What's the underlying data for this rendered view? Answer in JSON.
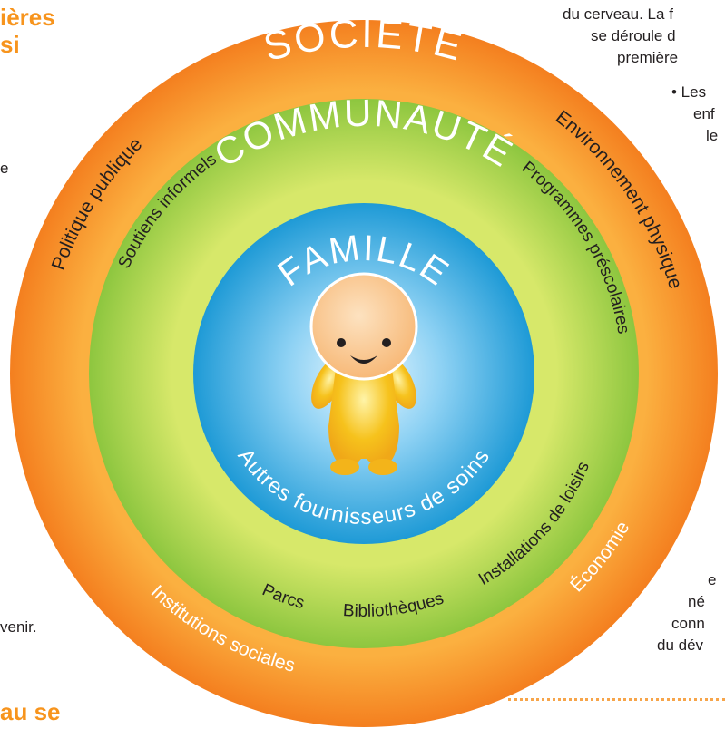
{
  "colors": {
    "outer_ring": "#f7941d",
    "middle_ring": "#a6ce39",
    "inner_circle": "#29a8e0",
    "child_body": "#f6c21c",
    "child_head": "#f9c98e",
    "heading_orange": "#f7941d"
  },
  "diagram": {
    "societe": {
      "title": "SOCIÉTÉ",
      "items": [
        "Politique publique",
        "Environnement physique",
        "Économie",
        "Institutions sociales"
      ]
    },
    "communaute": {
      "title": "COMMUNAUTÉ",
      "items": [
        "Soutiens informels",
        "Programmes préscolaires",
        "Installations de loisirs",
        "Bibliothèques",
        "Parcs"
      ]
    },
    "famille": {
      "title": "FAMILLE",
      "subtitle": "Autres fournisseurs de soins"
    },
    "center_icon": "baby-icon"
  },
  "background_text": {
    "left_heading_1": "ières",
    "left_heading_2": "si",
    "left_fragment_1": "e",
    "left_fragment_2": "venir.",
    "left_heading_3": "au se",
    "right_line_1": "du cerveau. La f",
    "right_line_2": "se déroule d",
    "right_line_3": "première",
    "right_bullet": "•  Les",
    "right_line_4": "enf",
    "right_line_5": "le",
    "right_line_6": "e",
    "right_line_7": "né",
    "right_line_8": "conn",
    "right_line_9": "du dév"
  }
}
